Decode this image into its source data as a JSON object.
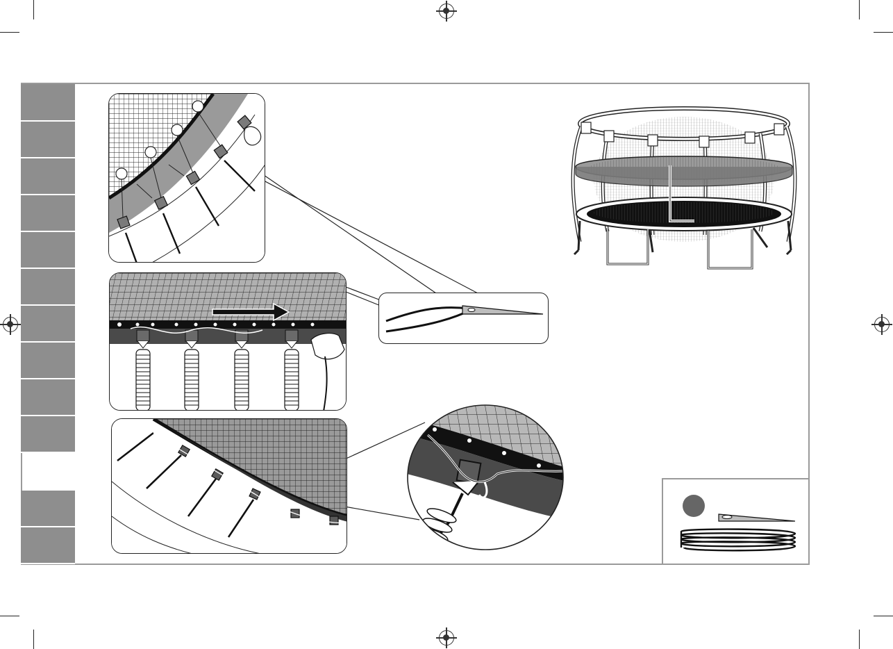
{
  "page": {
    "side_tabs": [
      {
        "id": "tab-1"
      },
      {
        "id": "tab-2"
      },
      {
        "id": "tab-3"
      },
      {
        "id": "tab-4"
      },
      {
        "id": "tab-5"
      },
      {
        "id": "tab-6"
      },
      {
        "id": "tab-7"
      },
      {
        "id": "tab-8"
      },
      {
        "id": "tab-9"
      },
      {
        "id": "tab-10"
      },
      {
        "id": "tab-11"
      },
      {
        "id": "tab-12"
      }
    ],
    "illustrations": [
      "net-lacing-closeup",
      "lacing-direction-view",
      "lacing-needle-detail",
      "finished-lacing-view",
      "lace-knot-detail",
      "assembled-trampoline"
    ],
    "parts": [
      {
        "icon": "lacing-needle-icon"
      },
      {
        "icon": "lacing-rope-icon"
      }
    ],
    "colors": {
      "tab_gray": "#8e8e8e",
      "frame_gray": "#9a9a9a",
      "ink": "#222222",
      "mat_gray": "#4a4a4a"
    }
  }
}
